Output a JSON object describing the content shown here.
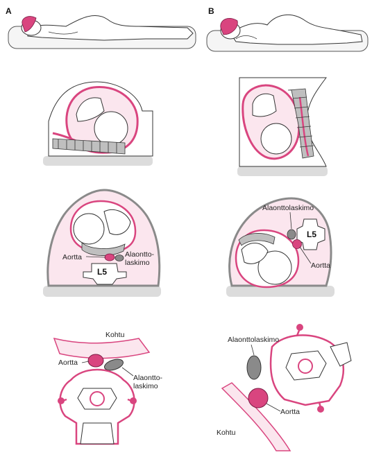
{
  "panels": {
    "left": "A",
    "right": "B"
  },
  "labels": {
    "aortta": "Aortta",
    "alaonttolaskimo": "Alaonttolaskimo",
    "alaontto_line1": "Alaontto-",
    "alaontto_line2": "laskimo",
    "l5": "L5",
    "kohtu": "Kohtu"
  },
  "colors": {
    "pink": "#d9457f",
    "pink_light": "#fbe6ee",
    "gray_fill": "#e6e6e6",
    "line": "#333333",
    "vein": "#8a8a8a",
    "ground": "#dcdcdc"
  }
}
